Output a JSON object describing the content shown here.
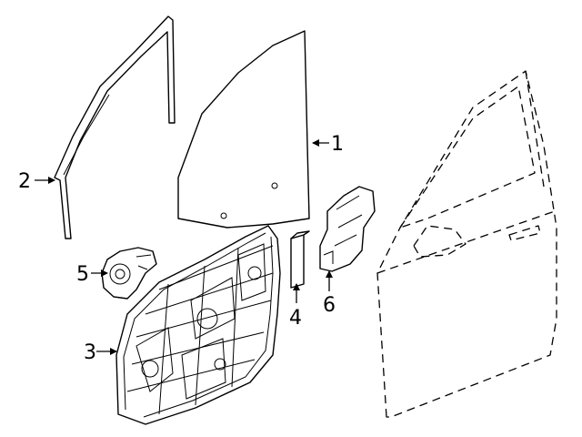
{
  "diagram": {
    "callouts": [
      {
        "id": "glass",
        "label": "1"
      },
      {
        "id": "run-channel",
        "label": "2"
      },
      {
        "id": "regulator-module",
        "label": "3"
      },
      {
        "id": "bracket-strip",
        "label": "4"
      },
      {
        "id": "window-motor",
        "label": "5"
      },
      {
        "id": "module-bracket",
        "label": "6"
      }
    ]
  }
}
